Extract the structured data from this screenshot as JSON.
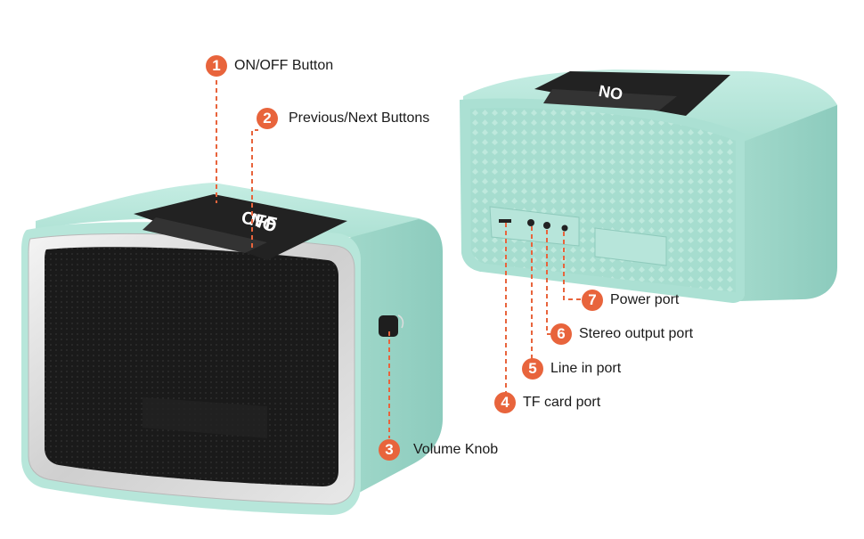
{
  "callouts": [
    {
      "number": "1",
      "label": "ON/OFF Button"
    },
    {
      "number": "2",
      "label": "Previous/Next Buttons"
    },
    {
      "number": "3",
      "label": "Volume Knob"
    },
    {
      "number": "4",
      "label": "TF card port"
    },
    {
      "number": "5",
      "label": "Line in port"
    },
    {
      "number": "6",
      "label": "Stereo output port"
    },
    {
      "number": "7",
      "label": "Power port"
    }
  ],
  "button_text": {
    "on": "ON",
    "off": "OFF"
  },
  "colors": {
    "body_mint": "#aee3d6",
    "body_mint_dark": "#8fcfc0",
    "grille": "#1c1c1c",
    "frame_silver": "#d9d9d9",
    "callout_orange": "#e8643c"
  },
  "icons": [
    "speaker-front-icon",
    "speaker-back-icon"
  ]
}
